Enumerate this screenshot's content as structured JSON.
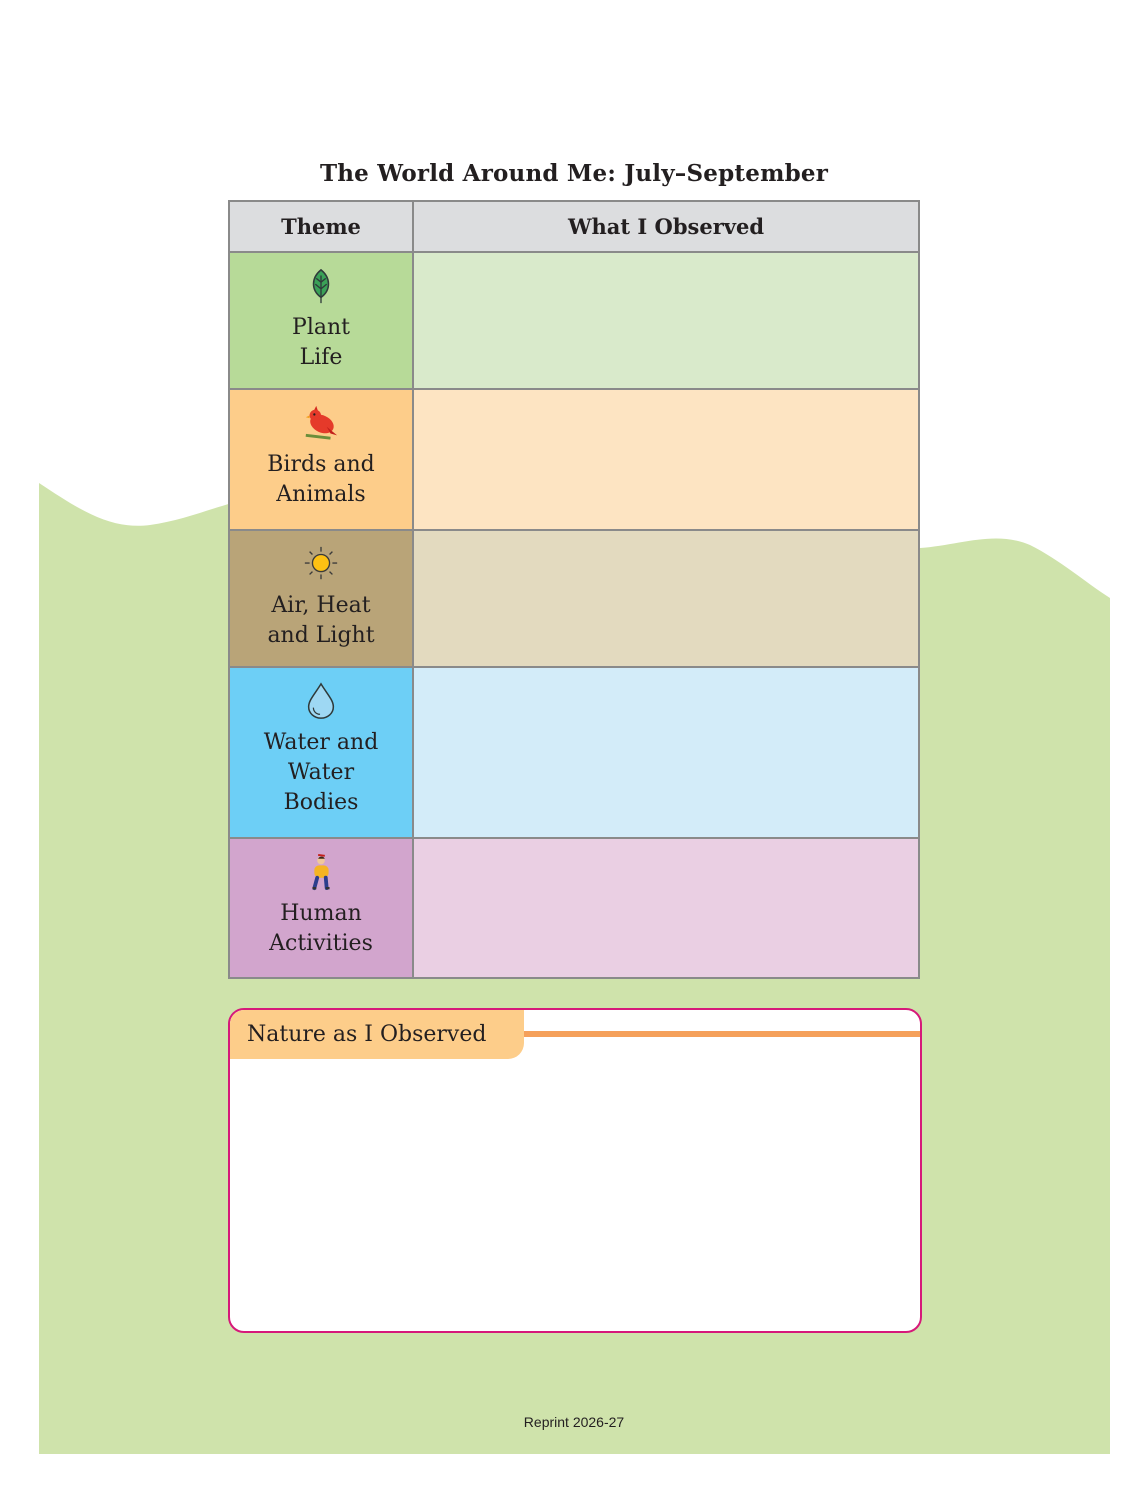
{
  "title": "The World Around Me: July–September",
  "table": {
    "headers": [
      "Theme",
      "What I Observed"
    ],
    "rows": [
      {
        "label": "Plant\nLife",
        "icon": "leaf-icon",
        "theme_color": "#b7da98",
        "cell_color": "#d9eacb"
      },
      {
        "label": "Birds and\nAnimals",
        "icon": "bird-icon",
        "theme_color": "#fdcd8a",
        "cell_color": "#fde4c2"
      },
      {
        "label": "Air, Heat\nand Light",
        "icon": "sun-icon",
        "theme_color": "#b9a478",
        "cell_color": "#e3dabf"
      },
      {
        "label": "Water and\nWater\nBodies",
        "icon": "water-drop-icon",
        "theme_color": "#6dcff6",
        "cell_color": "#d3ecf9"
      },
      {
        "label": "Human\nActivities",
        "icon": "person-icon",
        "theme_color": "#d2a5cd",
        "cell_color": "#eacfe3"
      }
    ]
  },
  "nature_box": {
    "label": "Nature as I Observed"
  },
  "footer": "Reprint 2026-27",
  "colors": {
    "background_wave": "#cfe3ab",
    "box_border": "#d6197a",
    "box_tab": "#fdcd8a",
    "box_line": "#f5a05a"
  }
}
